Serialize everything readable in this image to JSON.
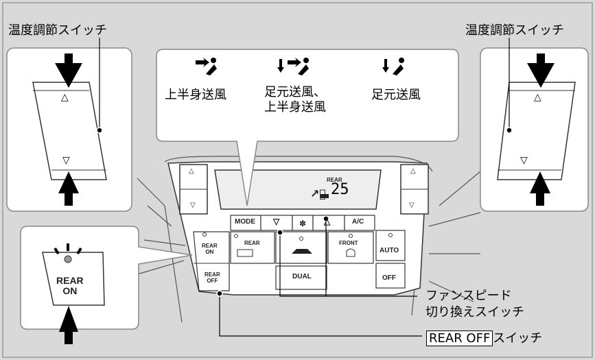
{
  "labels": {
    "temp_switch_left": "温度調節スイッチ",
    "temp_switch_right": "温度調節スイッチ",
    "fan_speed_line1": "ファンスピード",
    "fan_speed_line2": "切り換えスイッチ",
    "rear_off_key": "REAR OFF",
    "rear_off_suffix": "スイッチ"
  },
  "modes": [
    {
      "icon": "upper-body-airflow-icon",
      "label": "上半身送風"
    },
    {
      "icon": "feet-upper-airflow-icon",
      "label": "足元送風、\n上半身送風"
    },
    {
      "icon": "feet-airflow-icon",
      "label": "足元送風"
    }
  ],
  "panel": {
    "display_rear": "REAR",
    "display_temp": "25",
    "mode": "MODE",
    "down": "▽",
    "up": "△",
    "ac": "A/C",
    "rear_defrost": "REAR",
    "front_defrost": "FRONT",
    "auto": "AUTO",
    "off": "OFF",
    "dual": "DUAL",
    "rear_on": "REAR\nON",
    "rear_off": "REAR\nOFF",
    "tri_up": "△",
    "tri_down": "▽"
  },
  "zoom_rear_on": "REAR\nON",
  "colors": {
    "background": "#d9d9d9",
    "panel": "#ffffff",
    "line": "#000000"
  }
}
